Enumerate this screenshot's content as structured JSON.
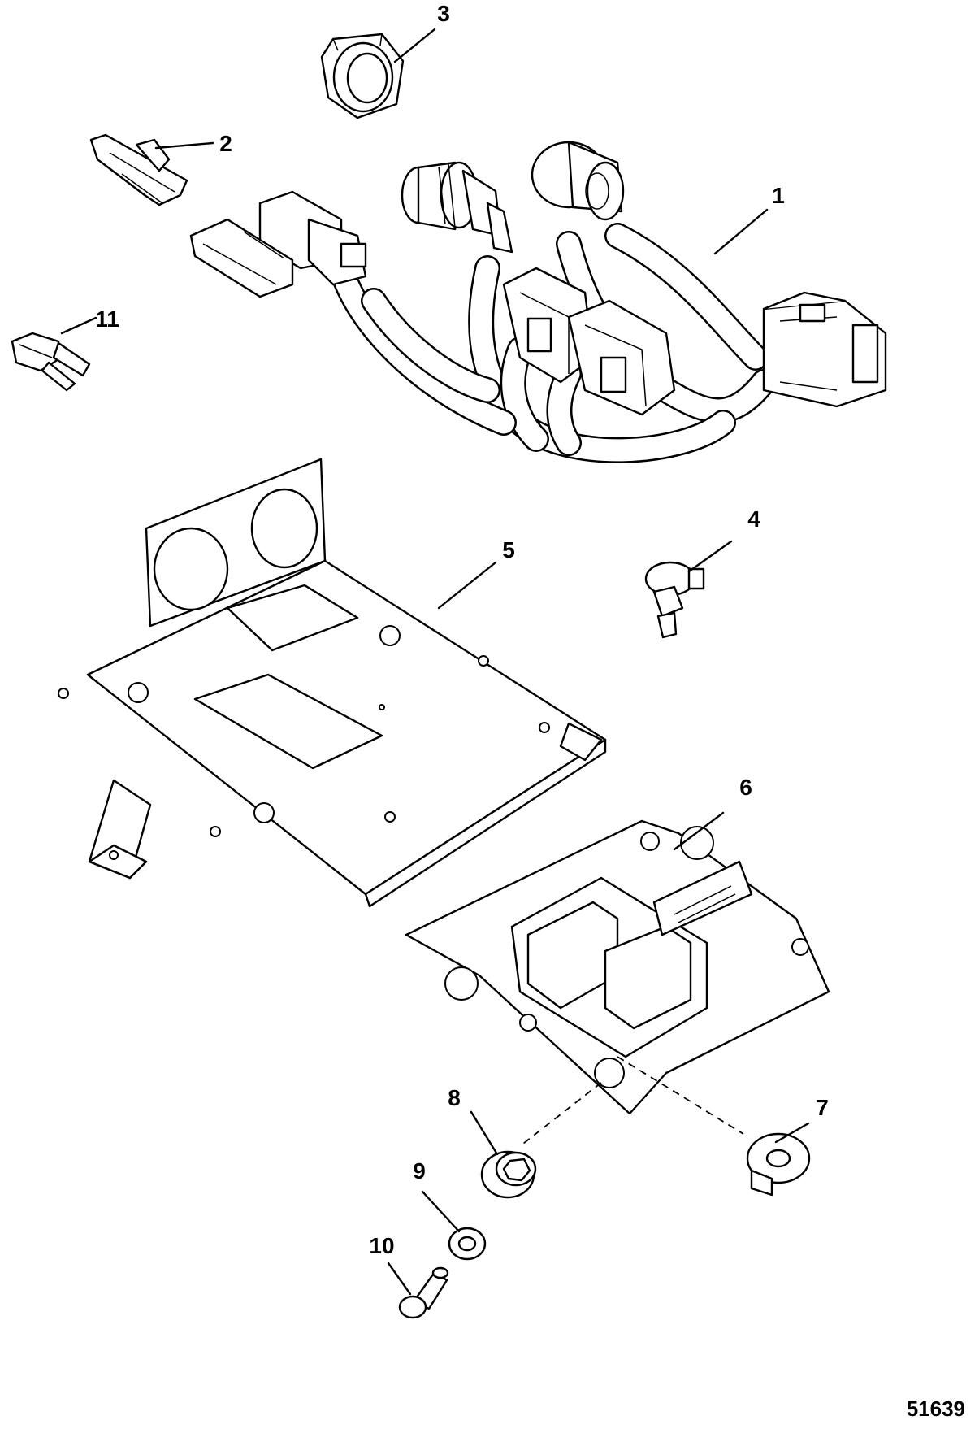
{
  "figure_id": "51639",
  "callouts": [
    {
      "id": "1",
      "label": "1"
    },
    {
      "id": "2",
      "label": "2"
    },
    {
      "id": "3",
      "label": "3"
    },
    {
      "id": "4",
      "label": "4"
    },
    {
      "id": "5",
      "label": "5"
    },
    {
      "id": "6",
      "label": "6"
    },
    {
      "id": "7",
      "label": "7"
    },
    {
      "id": "8",
      "label": "8"
    },
    {
      "id": "9",
      "label": "9"
    },
    {
      "id": "10",
      "label": "10"
    },
    {
      "id": "11",
      "label": "11"
    }
  ]
}
